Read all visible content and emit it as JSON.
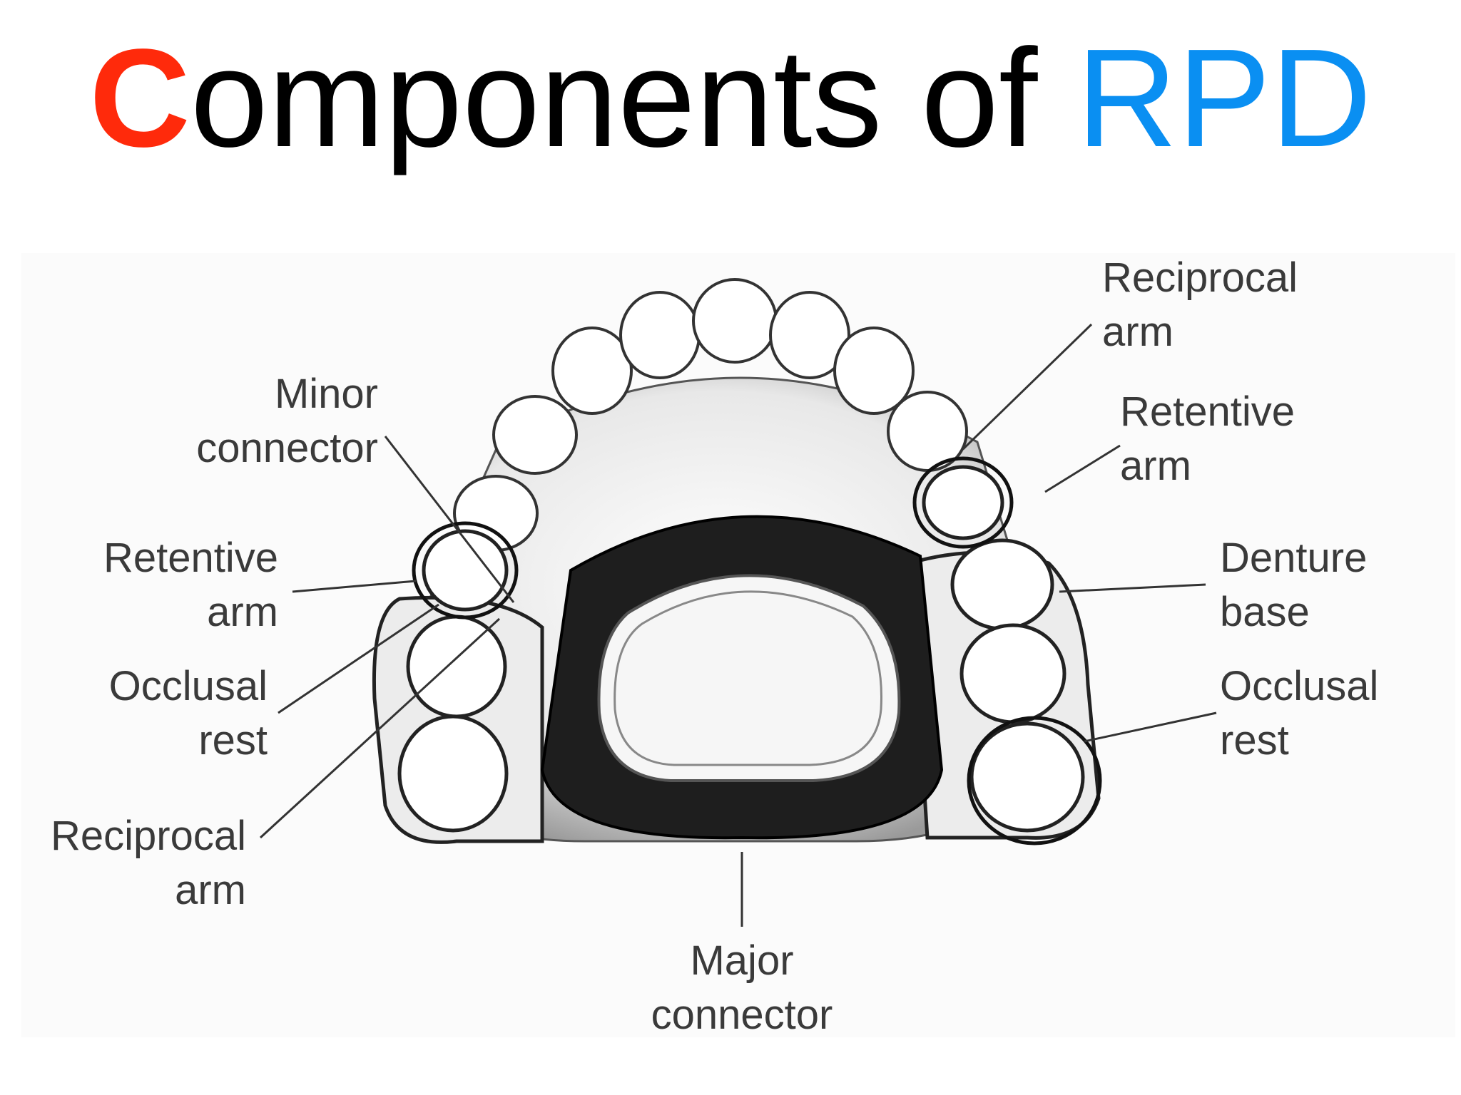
{
  "title": {
    "first_letter": "C",
    "rest": "omponents of ",
    "highlight": "RPD"
  },
  "colors": {
    "first_letter": "#ff2a0b",
    "highlight": "#0a8ff2",
    "title": "#000000",
    "labels": "#3a3a3a"
  },
  "labels": {
    "minor_connector": [
      "Minor",
      "connector"
    ],
    "retentive_arm_left": [
      "Retentive",
      "arm"
    ],
    "occlusal_rest_left": [
      "Occlusal",
      "rest"
    ],
    "reciprocal_arm_left": [
      "Reciprocal",
      "arm"
    ],
    "major_connector": [
      "Major",
      "connector"
    ],
    "reciprocal_arm_right": [
      "Reciprocal",
      "arm"
    ],
    "retentive_arm_right": [
      "Retentive",
      "arm"
    ],
    "denture_base": [
      "Denture",
      "base"
    ],
    "occlusal_rest_right": [
      "Occlusal",
      "rest"
    ]
  }
}
